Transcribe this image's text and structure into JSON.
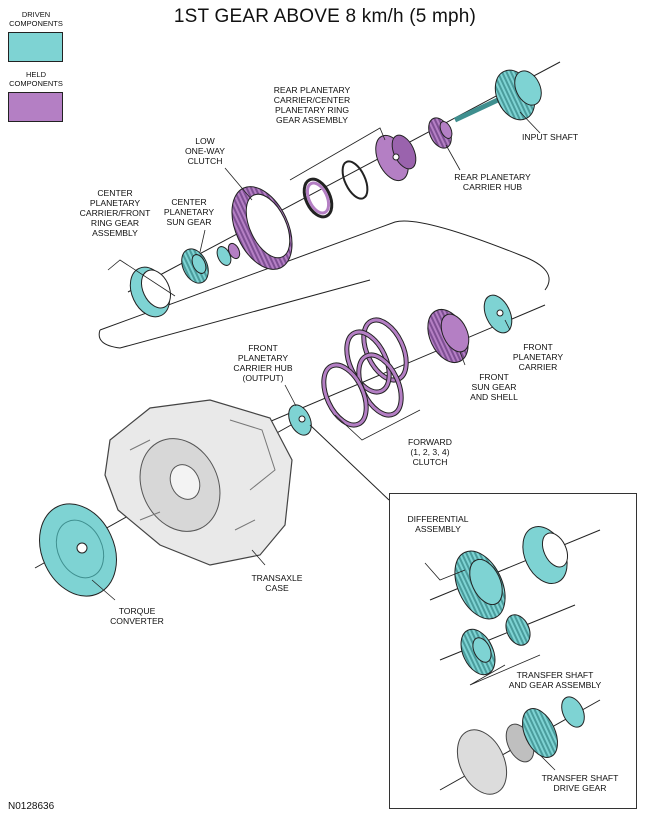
{
  "title": "1ST GEAR ABOVE 8 km/h (5 mph)",
  "legend": {
    "driven_label": "DRIVEN\nCOMPONENTS",
    "held_label": "HELD\nCOMPONENTS",
    "driven_color": "#7ed3d3",
    "held_color": "#b47fc4"
  },
  "labels": {
    "input_shaft": "INPUT SHAFT",
    "rear_carrier": "REAR PLANETARY\nCARRIER/CENTER\nPLANETARY RING\nGEAR ASSEMBLY",
    "rear_hub": "REAR PLANETARY\nCARRIER HUB",
    "low_clutch": "LOW\nONE-WAY\nCLUTCH",
    "center_sun": "CENTER\nPLANETARY\nSUN GEAR",
    "center_carrier": "CENTER\nPLANETARY\nCARRIER/FRONT\nRING GEAR\nASSEMBLY",
    "front_carrier": "FRONT\nPLANETARY\nCARRIER",
    "front_hub": "FRONT\nPLANETARY\nCARRIER HUB\n(OUTPUT)",
    "front_sun": "FRONT\nSUN GEAR\nAND SHELL",
    "forward_clutch": "FORWARD\n(1, 2, 3, 4)\nCLUTCH",
    "transaxle_case": "TRANSAXLE\nCASE",
    "torque_converter": "TORQUE\nCONVERTER",
    "differential": "DIFFERENTIAL\nASSEMBLY",
    "transfer_shaft": "TRANSFER SHAFT\nAND GEAR ASSEMBLY",
    "drive_gear": "TRANSFER SHAFT\nDRIVE GEAR"
  },
  "figure_id": "N0128636"
}
